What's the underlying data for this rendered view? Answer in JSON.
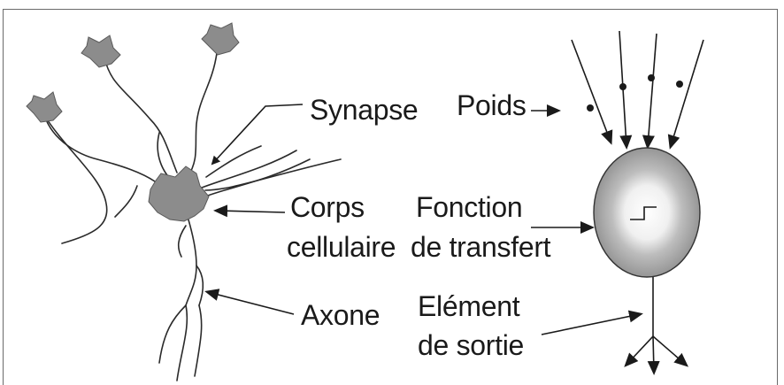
{
  "labels": {
    "synapse": "Synapse",
    "poids": "Poids",
    "corps": "Corps",
    "cellulaire": "cellulaire",
    "fonction": "Fonction",
    "de_transfert": "de transfert",
    "axone": "Axone",
    "element": "Elément",
    "de_sortie": "de sortie"
  },
  "colors": {
    "ink": "#1a1a1a",
    "cell": "#8c8c8c",
    "neuron_body": "#9a9a9a",
    "neuron_center": "#f2f2f2",
    "frame": "#6a6a6a"
  }
}
